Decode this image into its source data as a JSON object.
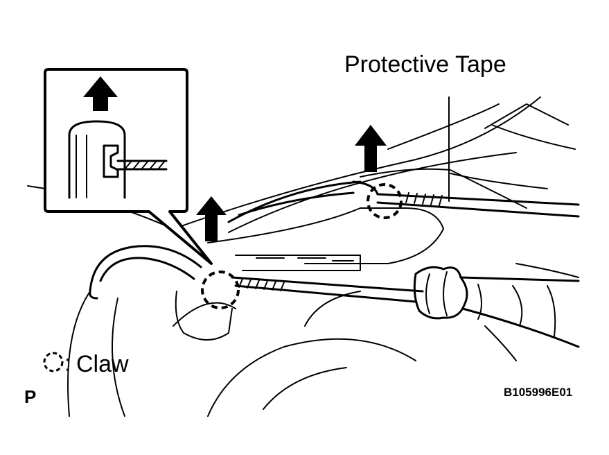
{
  "labels": {
    "protective_tape": "Protective Tape",
    "claw_legend": "Claw",
    "figure_code": "B105996E01",
    "corner_letter": "P"
  },
  "icons": {
    "claw_marker": "dashed-circle-icon",
    "direction": "up-arrow-icon"
  },
  "colors": {
    "ink": "#000000",
    "paper": "#ffffff"
  }
}
